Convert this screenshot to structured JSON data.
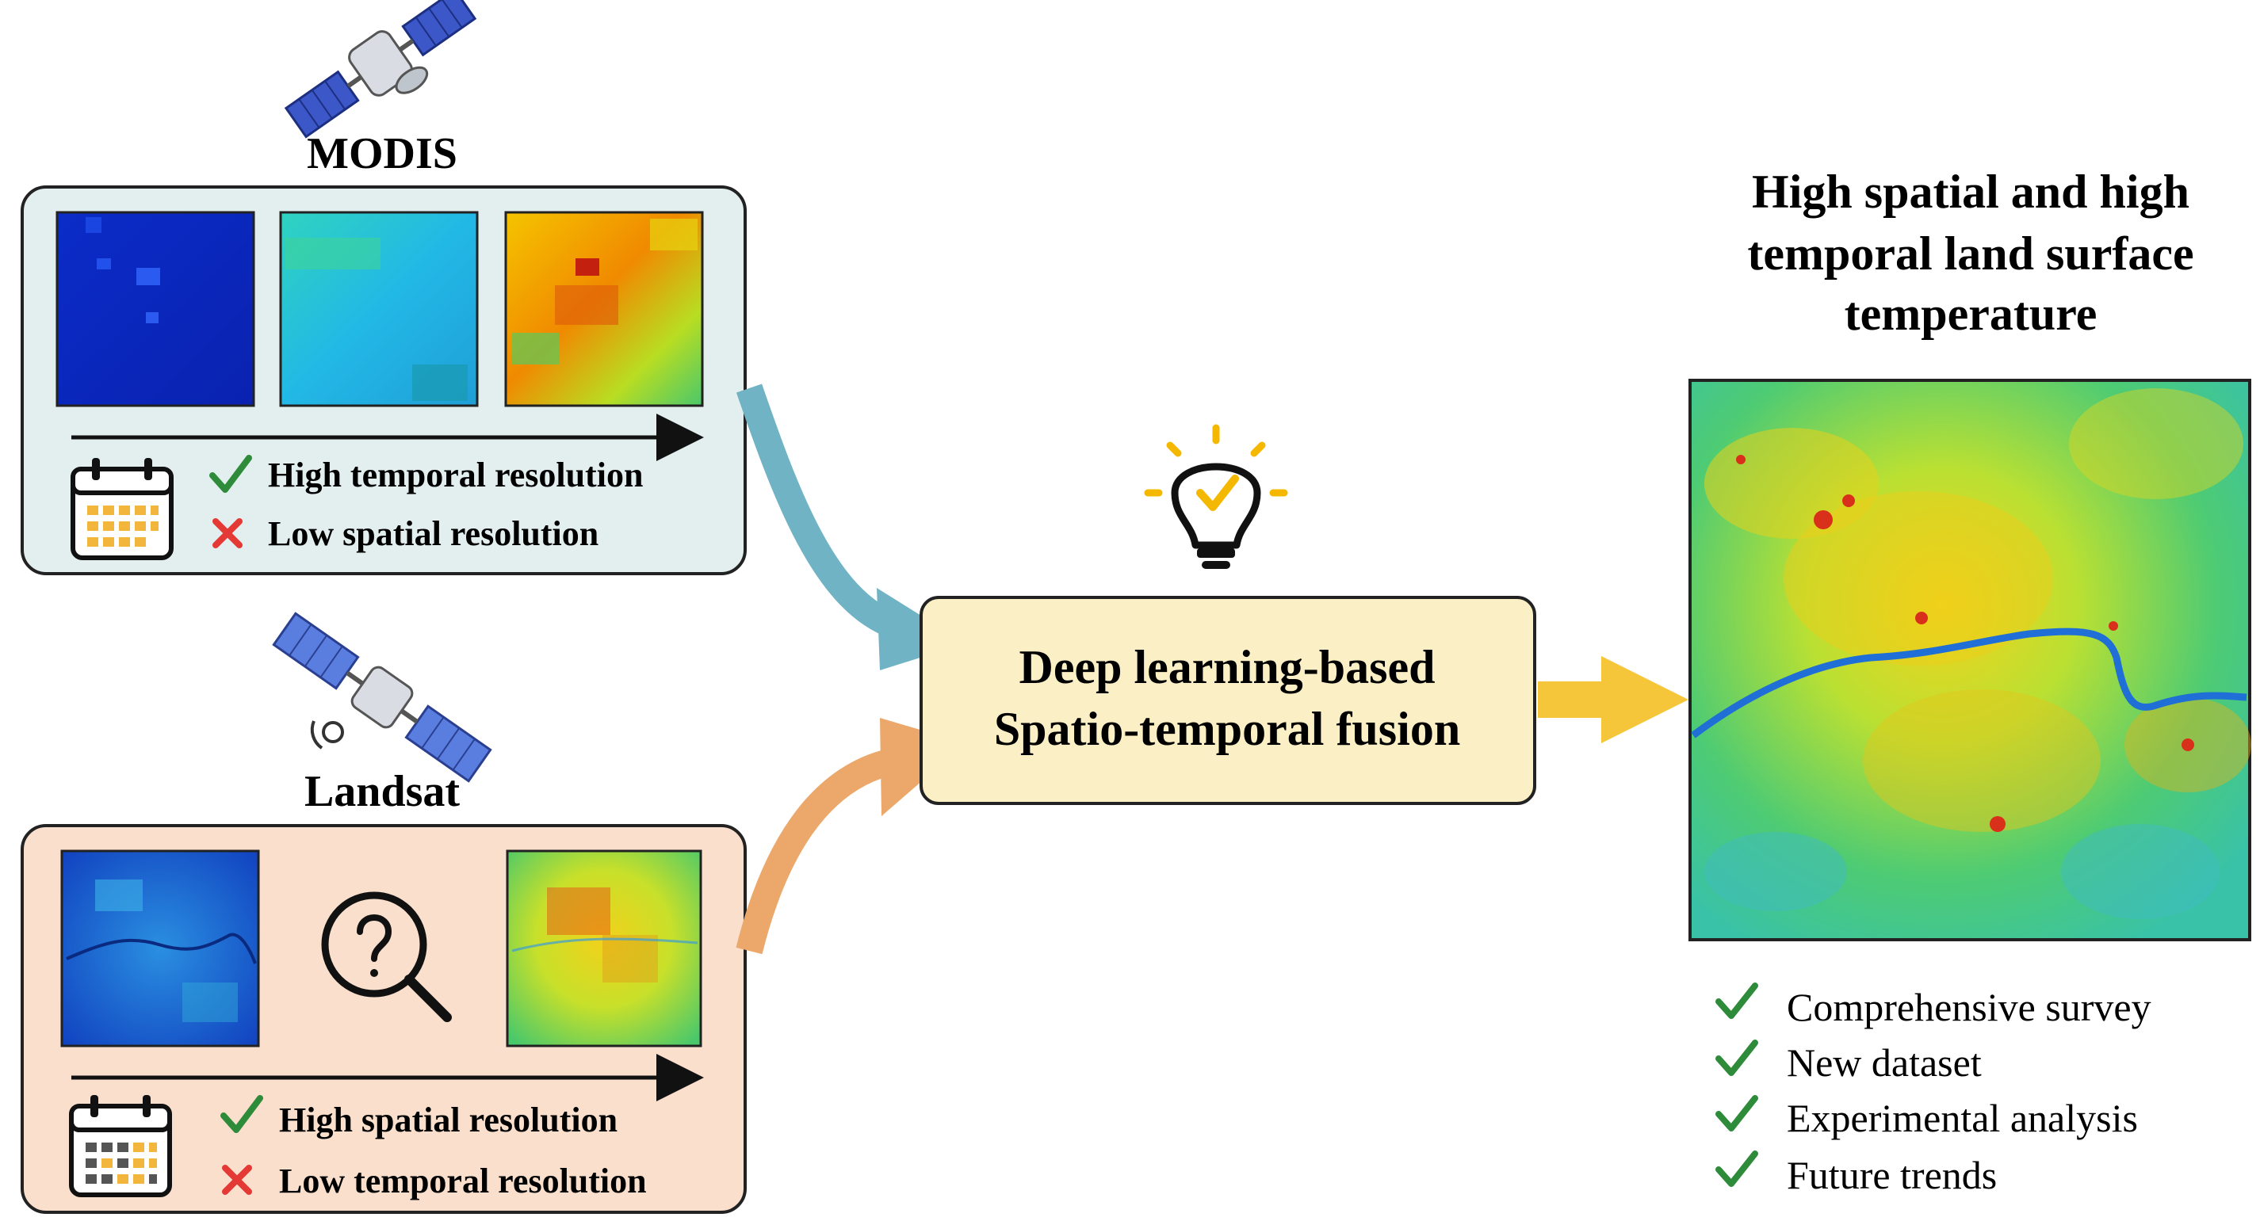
{
  "modis": {
    "title": "MODIS",
    "pros": "High temporal resolution",
    "cons": "Low spatial resolution"
  },
  "landsat": {
    "title": "Landsat",
    "pros": "High spatial resolution",
    "cons": "Low temporal resolution"
  },
  "fusion": {
    "line1": "Deep learning-based",
    "line2": "Spatio-temporal fusion"
  },
  "output": {
    "title_line1": "High spatial and high",
    "title_line2": "temporal land surface",
    "title_line3": "temperature",
    "items": [
      "Comprehensive survey",
      "New dataset",
      "Experimental analysis",
      "Future trends"
    ]
  },
  "colors": {
    "modis_panel": "#e3eeee",
    "landsat_panel": "#f9dfcc",
    "fusion_box": "#fbefc6",
    "arrow_teal": "#6fb3c4",
    "arrow_orange": "#eba86a",
    "arrow_yellow": "#f5c53a",
    "check_green": "#2e8b3a",
    "cross_red": "#e53935",
    "bulb_yellow": "#f5b800"
  },
  "icons": [
    "satellite-icon",
    "calendar-icon",
    "check-icon",
    "cross-icon",
    "magnifier-question-icon",
    "lightbulb-icon"
  ]
}
